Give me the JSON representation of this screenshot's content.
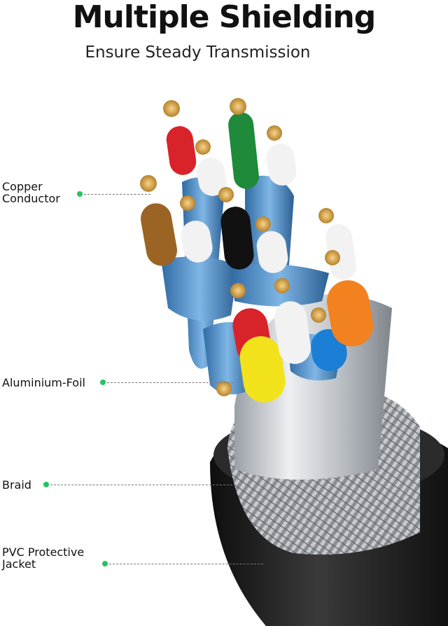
{
  "header": {
    "title": "Multiple Shielding",
    "subtitle": "Ensure Steady Transmission"
  },
  "callouts": [
    {
      "label_line1": "Copper",
      "label_line2": "Conductor"
    },
    {
      "label_line1": "Aluminium-Foil"
    },
    {
      "label_line1": "Braid"
    },
    {
      "label_line1": "PVC Protective",
      "label_line2": "Jacket"
    }
  ],
  "colors": {
    "accent_dot": "#22c55e",
    "jacket": "#1c1c1c",
    "foil": "#c9ccd0",
    "shield_blue": "#4f8fc8",
    "copper": "#d8a24a"
  },
  "wire_colors": [
    "red",
    "white",
    "green",
    "white",
    "brown",
    "white",
    "black",
    "white",
    "red",
    "yellow",
    "white",
    "blue",
    "orange"
  ]
}
